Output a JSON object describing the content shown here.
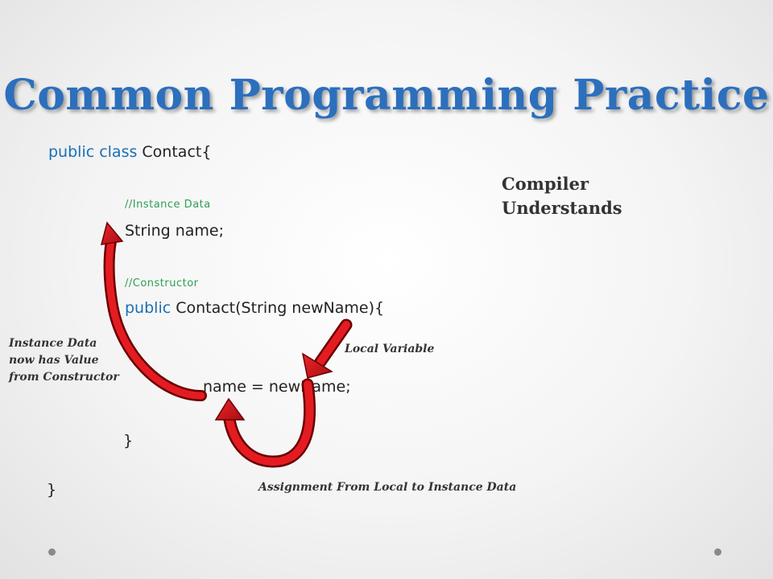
{
  "title": "Common Programming Practice",
  "code": {
    "line1_kw": "public class",
    "line1_rest": " Contact{",
    "comment_instance": "//Instance Data",
    "line_field": "String name;",
    "comment_constructor": "//Constructor",
    "line_ctor_kw": "public",
    "line_ctor_rest": " Contact(String newName){",
    "line_assign": "name = newName;",
    "close_inner": "}",
    "close_outer": "}"
  },
  "notes": {
    "compiler_line1": "Compiler",
    "compiler_line2": "Understands",
    "instance_line1": "Instance Data",
    "instance_line2": "now has Value",
    "instance_line3": "from Constructor",
    "local_variable": "Local Variable",
    "assignment": "Assignment From Local to Instance Data"
  },
  "colors": {
    "title": "#2c6fbd",
    "keyword": "#1a6fb5",
    "comment": "#2e9e55",
    "arrow": "#d8141b"
  }
}
